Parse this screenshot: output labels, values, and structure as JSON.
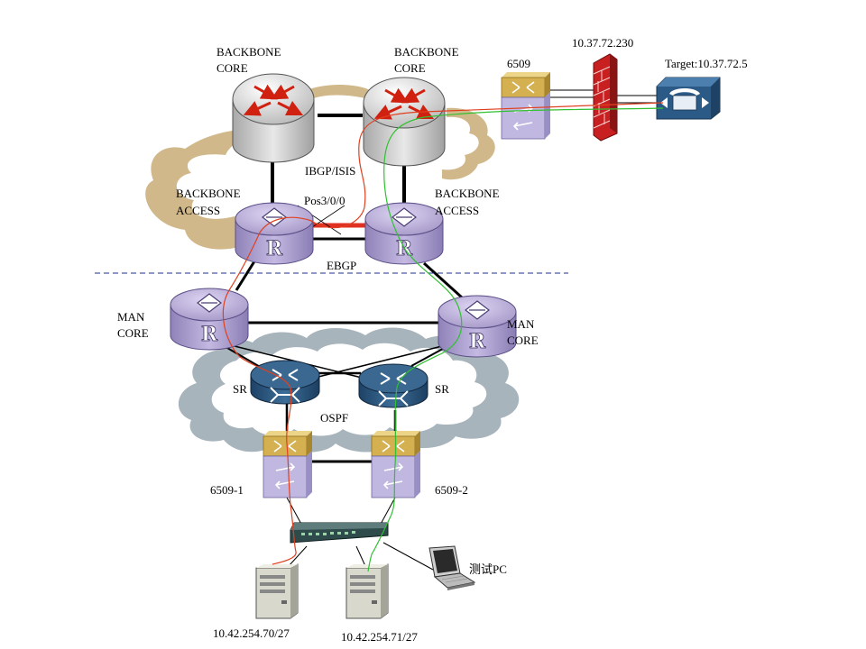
{
  "labels": {
    "bb_core_left": [
      "BACKBONE",
      "CORE"
    ],
    "bb_core_right": [
      "BACKBONE",
      "CORE"
    ],
    "bb_access_left": [
      "BACKBONE",
      "ACCESS"
    ],
    "bb_access_right": [
      "BACKBONE",
      "ACCESS"
    ],
    "man_core_left": [
      "MAN",
      "CORE"
    ],
    "man_core_right": [
      "MAN",
      "CORE"
    ],
    "sr_left": "SR",
    "sr_right": "SR",
    "ibgp": "IBGP/ISIS",
    "pos": "Pos3/0/0",
    "ebgp": "EBGP",
    "ospf": "OSPF",
    "sw_6509": "6509",
    "sw_6509_1": "6509-1",
    "sw_6509_2": "6509-2",
    "firewall_ip": "10.37.72.230",
    "target": "Target:10.37.72.5",
    "test_pc": "测试PC",
    "server_left_ip": "10.42.254.70/27",
    "server_right_ip": "10.42.254.71/27"
  },
  "router_letter": "R",
  "colors": {
    "router_core": "#d8d8d8",
    "router_purple": "#a89cc8",
    "sr_blue": "#2e5a82",
    "switch_gold": "#d4b050",
    "switch_lilac": "#c0b8e0",
    "firewall": "#c82020",
    "trace_red": "#e04020",
    "trace_green": "#30c030",
    "backbone_cloud": "#d0b88a",
    "man_cloud": "#a8b4bc",
    "link": "#000000",
    "pos_link": "#e03020",
    "ebgp_dash": "#1c2f8c"
  },
  "icons": [
    "router-arrows-icon",
    "router-r-icon",
    "switch-icon",
    "firewall-icon",
    "phone-icon",
    "laptop-icon",
    "server-icon",
    "hub-switch-icon"
  ]
}
